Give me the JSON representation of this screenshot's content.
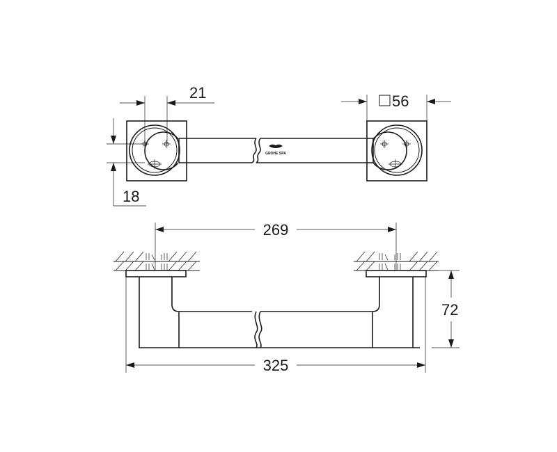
{
  "drawing": {
    "subject": "grab bar technical drawing",
    "line_color": "#1a1a1a",
    "background": "#ffffff",
    "top_view": {
      "dimensions": {
        "hole_spacing": "21",
        "hole_offset": "18",
        "rosette_size_symbol": "□",
        "rosette_size": "56"
      },
      "logo_text": "GROHE SPA"
    },
    "side_view": {
      "dimensions": {
        "center_distance": "269",
        "overall_length": "325",
        "projection": "72"
      }
    }
  }
}
